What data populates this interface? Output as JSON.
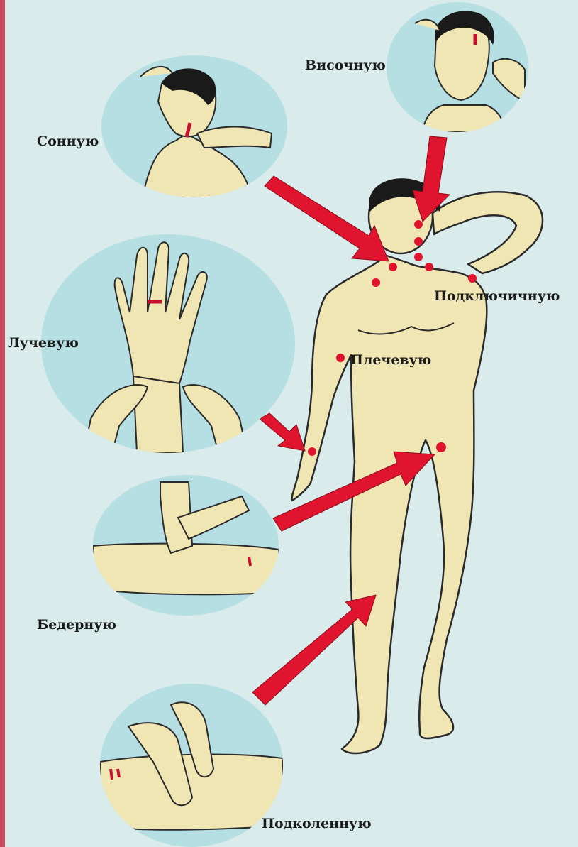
{
  "labels": {
    "temporal": "Височную",
    "carotid": "Сонную",
    "subclavian": "Подключичную",
    "radial": "Лучевую",
    "brachial": "Плечевую",
    "femoral": "Бедерную",
    "popliteal": "Подколенную"
  },
  "colors": {
    "background": "#d9ebea",
    "circle": "#b5dfe2",
    "skin": "#f0e6b4",
    "arrow": "#e0142e",
    "point": "#e0142e",
    "hair": "#1a1a1a",
    "blood": "#c8102e"
  }
}
